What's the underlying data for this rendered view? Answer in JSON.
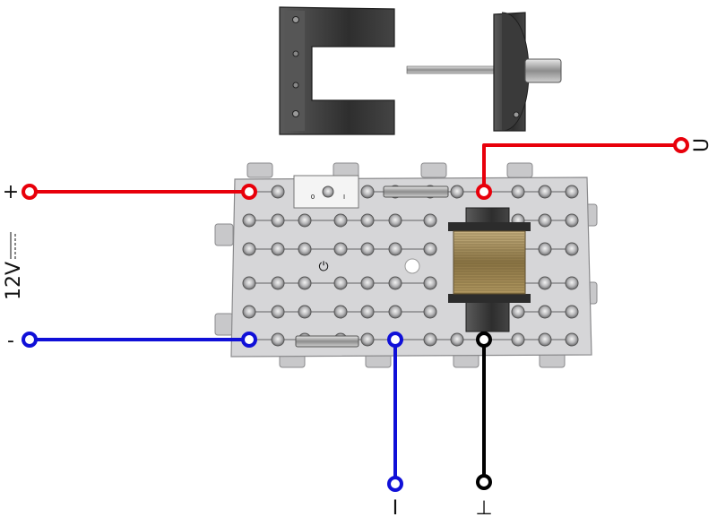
{
  "labels": {
    "plus": "+",
    "minus": "-",
    "voltage": "12V",
    "output": "U",
    "current": "I",
    "ground": "⊥",
    "switch_off": "0",
    "switch_on": "I"
  },
  "colors": {
    "positive_wire": "#e8000b",
    "negative_wire": "#1010d8",
    "ground_wire": "#000000",
    "board": "#d6d6d8",
    "iron_core": "#3a3a3a",
    "coil": "#a08a55"
  }
}
